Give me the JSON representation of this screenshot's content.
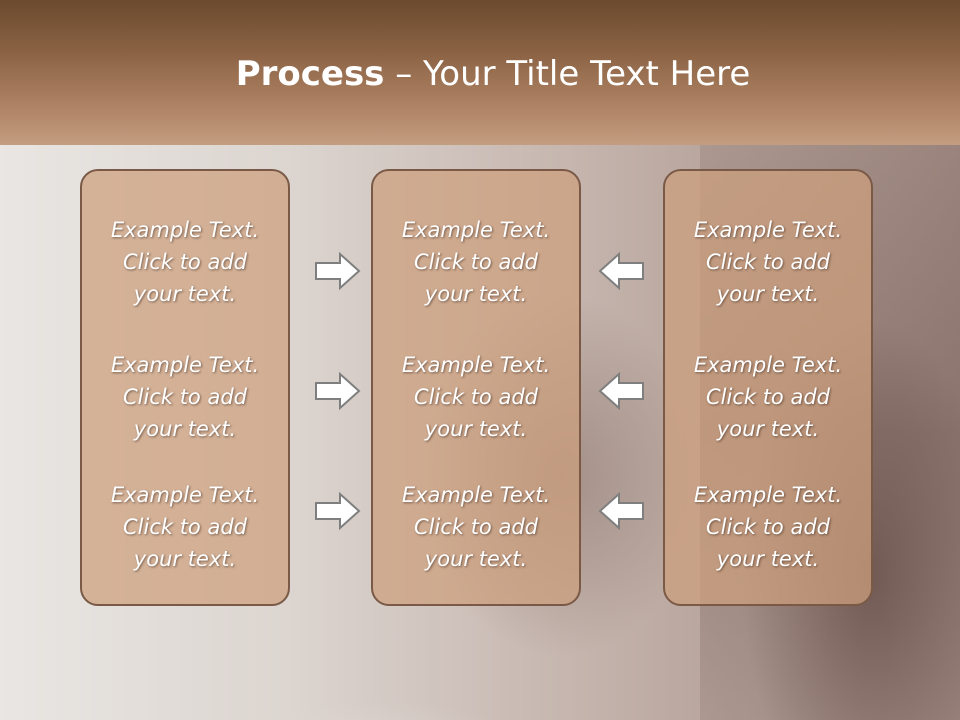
{
  "slide": {
    "title_bold": "Process",
    "title_rest": " – Your Title Text Here"
  },
  "columns": [
    {
      "items": [
        "Example Text.\nClick  to add\nyour text.",
        "Example Text.\nClick  to add\nyour text.",
        "Example Text.\nClick  to add\nyour text."
      ]
    },
    {
      "items": [
        "Example Text.\nClick  to add\nyour text.",
        "Example Text.\nClick  to add\nyour text.",
        "Example Text.\nClick  to add\nyour text."
      ]
    },
    {
      "items": [
        "Example Text.\nClick  to add\nyour text.",
        "Example Text.\nClick  to add\nyour text.",
        "Example Text.\nClick  to add\nyour text."
      ]
    }
  ],
  "arrows": {
    "left_group": "right-arrow-icon",
    "right_group": "left-arrow-icon"
  },
  "colors": {
    "header": "#8a6243",
    "box_fill": "#cda07d",
    "box_border": "#7a5a47",
    "text": "#ffffff"
  }
}
